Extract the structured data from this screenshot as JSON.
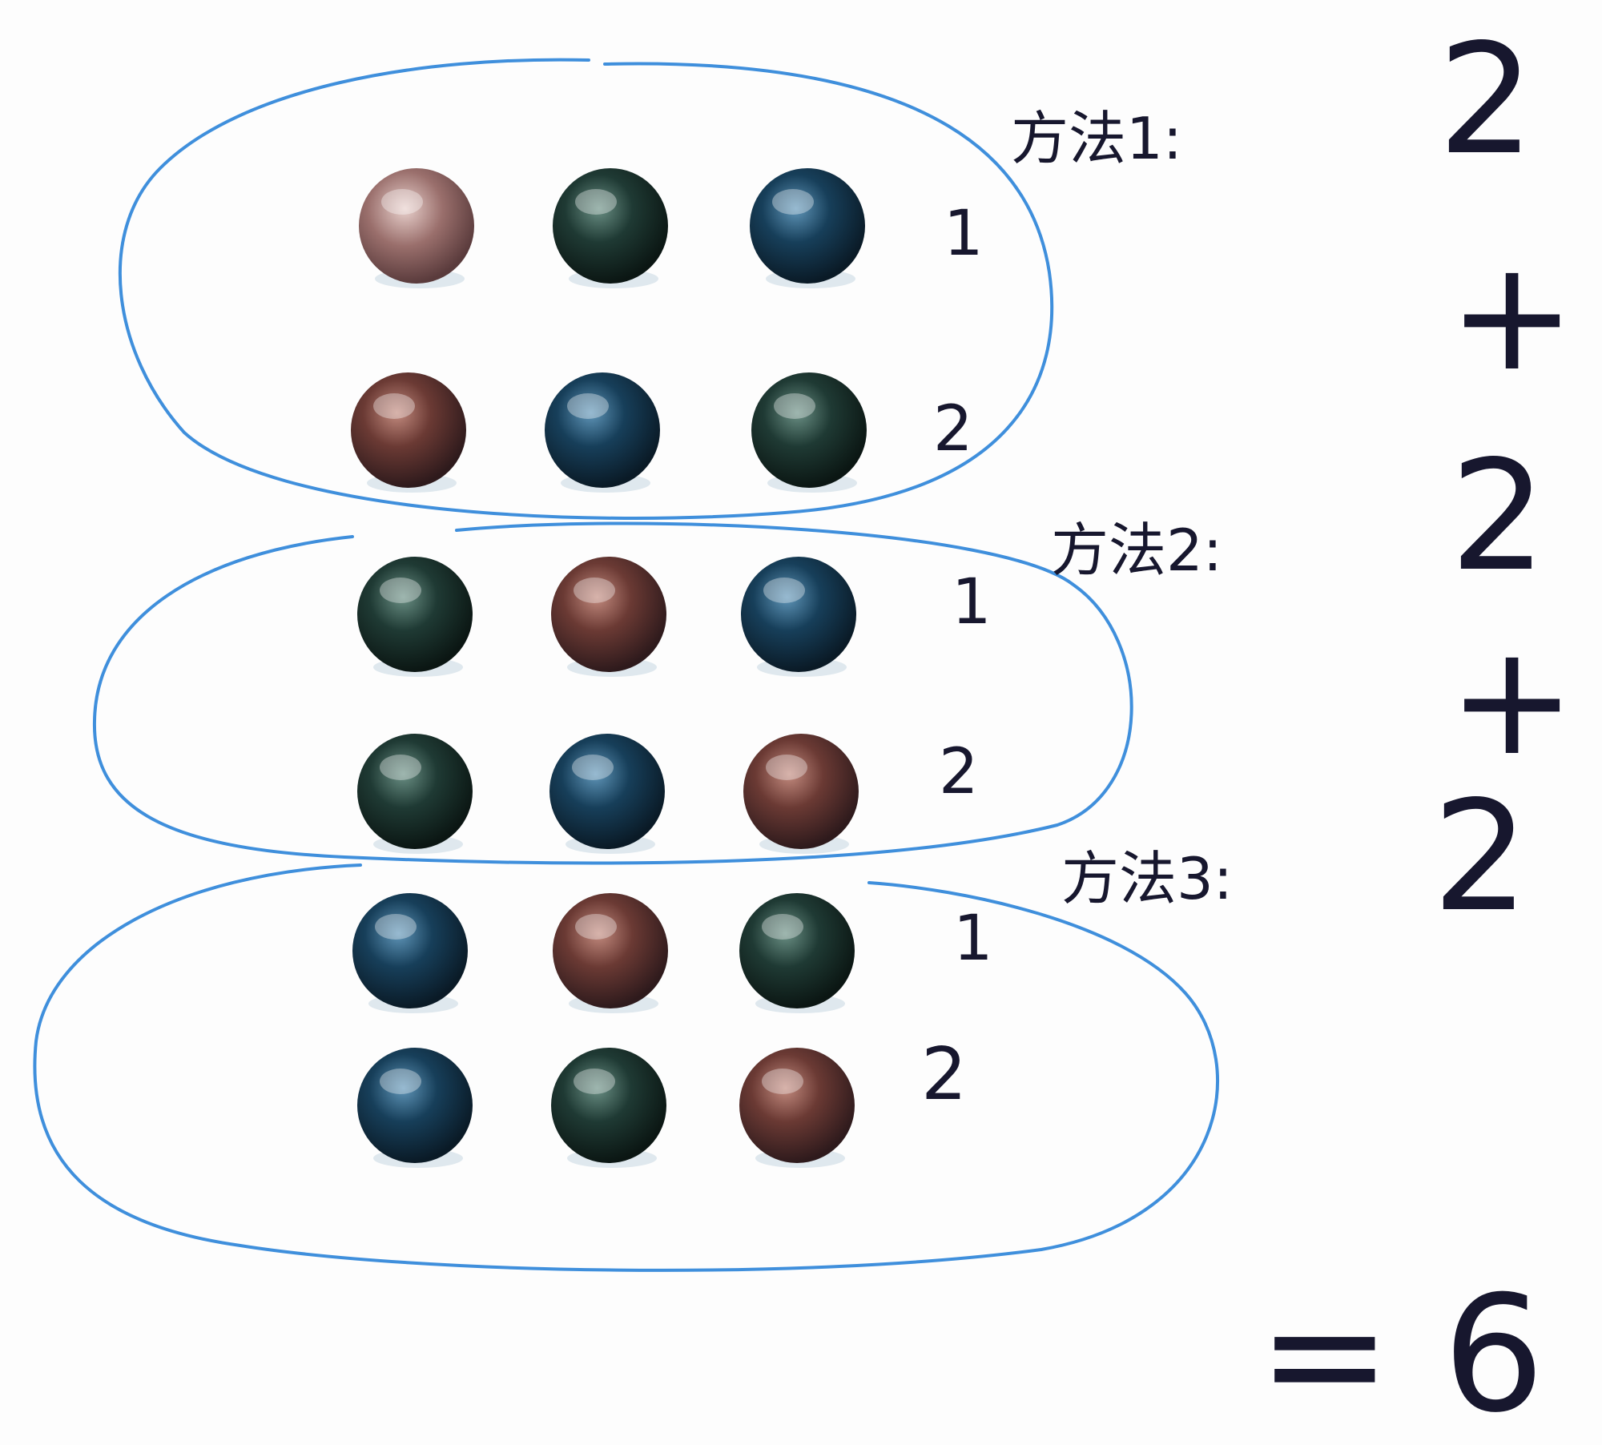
{
  "groups": [
    {
      "label": "方法1:",
      "rows": [
        {
          "number": "1",
          "marbles": [
            "brown-light",
            "green",
            "blue"
          ]
        },
        {
          "number": "2",
          "marbles": [
            "brown",
            "blue",
            "green"
          ]
        }
      ]
    },
    {
      "label": "方法2:",
      "rows": [
        {
          "number": "1",
          "marbles": [
            "green",
            "brown",
            "blue"
          ]
        },
        {
          "number": "2",
          "marbles": [
            "green",
            "blue",
            "brown"
          ]
        }
      ]
    },
    {
      "label": "方法3:",
      "rows": [
        {
          "number": "1",
          "marbles": [
            "blue",
            "brown",
            "green"
          ]
        },
        {
          "number": "2",
          "marbles": [
            "blue",
            "green",
            "brown"
          ]
        }
      ]
    }
  ],
  "equation": {
    "terms": [
      "2",
      "+",
      "2",
      "+",
      "2"
    ],
    "result": "= 6"
  },
  "colors": {
    "ink": "#17172e",
    "loop": "#3f8fdc",
    "marble_brown": "#6b3a34",
    "marble_brown_light": "#a88484",
    "marble_green": "#1f3a34",
    "marble_blue": "#173f5a"
  }
}
